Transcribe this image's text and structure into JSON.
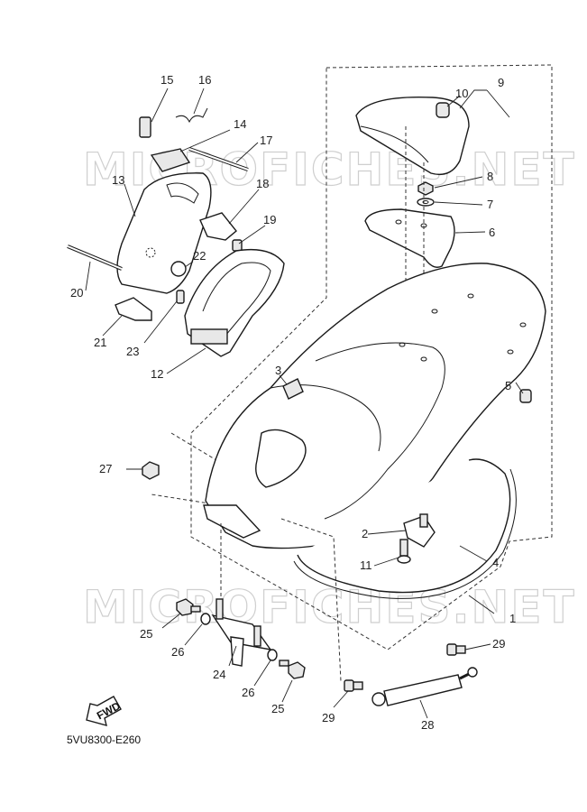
{
  "diagram": {
    "watermark": "MICROFICHES.NET",
    "code": "5VU8300-E260",
    "fwd_label": "FWD",
    "callouts": {
      "c1": "1",
      "c2": "2",
      "c3": "3",
      "c4": "4",
      "c5": "5",
      "c6": "6",
      "c7": "7",
      "c8": "8",
      "c9": "9",
      "c10": "10",
      "c11": "11",
      "c12": "12",
      "c13": "13",
      "c14": "14",
      "c15": "15",
      "c16": "16",
      "c17": "17",
      "c18": "18",
      "c19": "19",
      "c20": "20",
      "c21": "21",
      "c22": "22",
      "c23": "23",
      "c24": "24",
      "c25a": "25",
      "c25b": "25",
      "c26a": "26",
      "c26b": "26",
      "c27": "27",
      "c28": "28",
      "c29a": "29",
      "c29b": "29"
    }
  }
}
